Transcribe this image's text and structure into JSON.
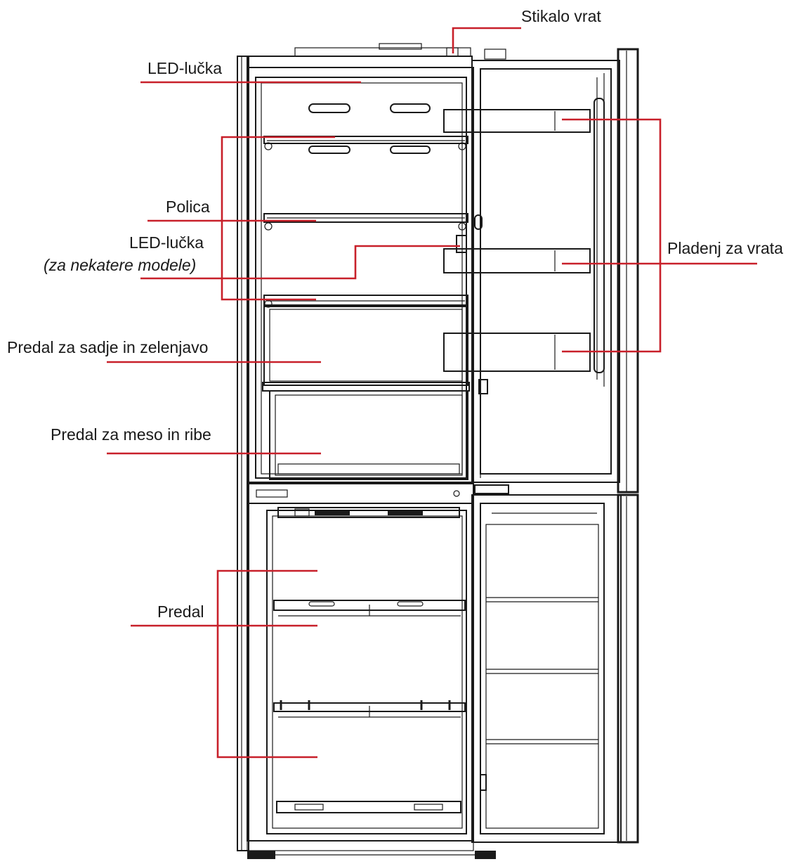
{
  "labels": {
    "door_switch": "Stikalo vrat",
    "led_top": "LED-lučka",
    "shelf": "Polica",
    "led_mid": "LED-lučka",
    "led_mid_note": "(za nekatere modele)",
    "crisper": "Predal za sadje in zelenjavo",
    "meat_drawer": "Predal za meso in ribe",
    "door_tray": "Pladenj za vrata",
    "freezer_drawer": "Predal"
  },
  "colors": {
    "leader": "#c8202a",
    "outline": "#1a1a1a"
  }
}
